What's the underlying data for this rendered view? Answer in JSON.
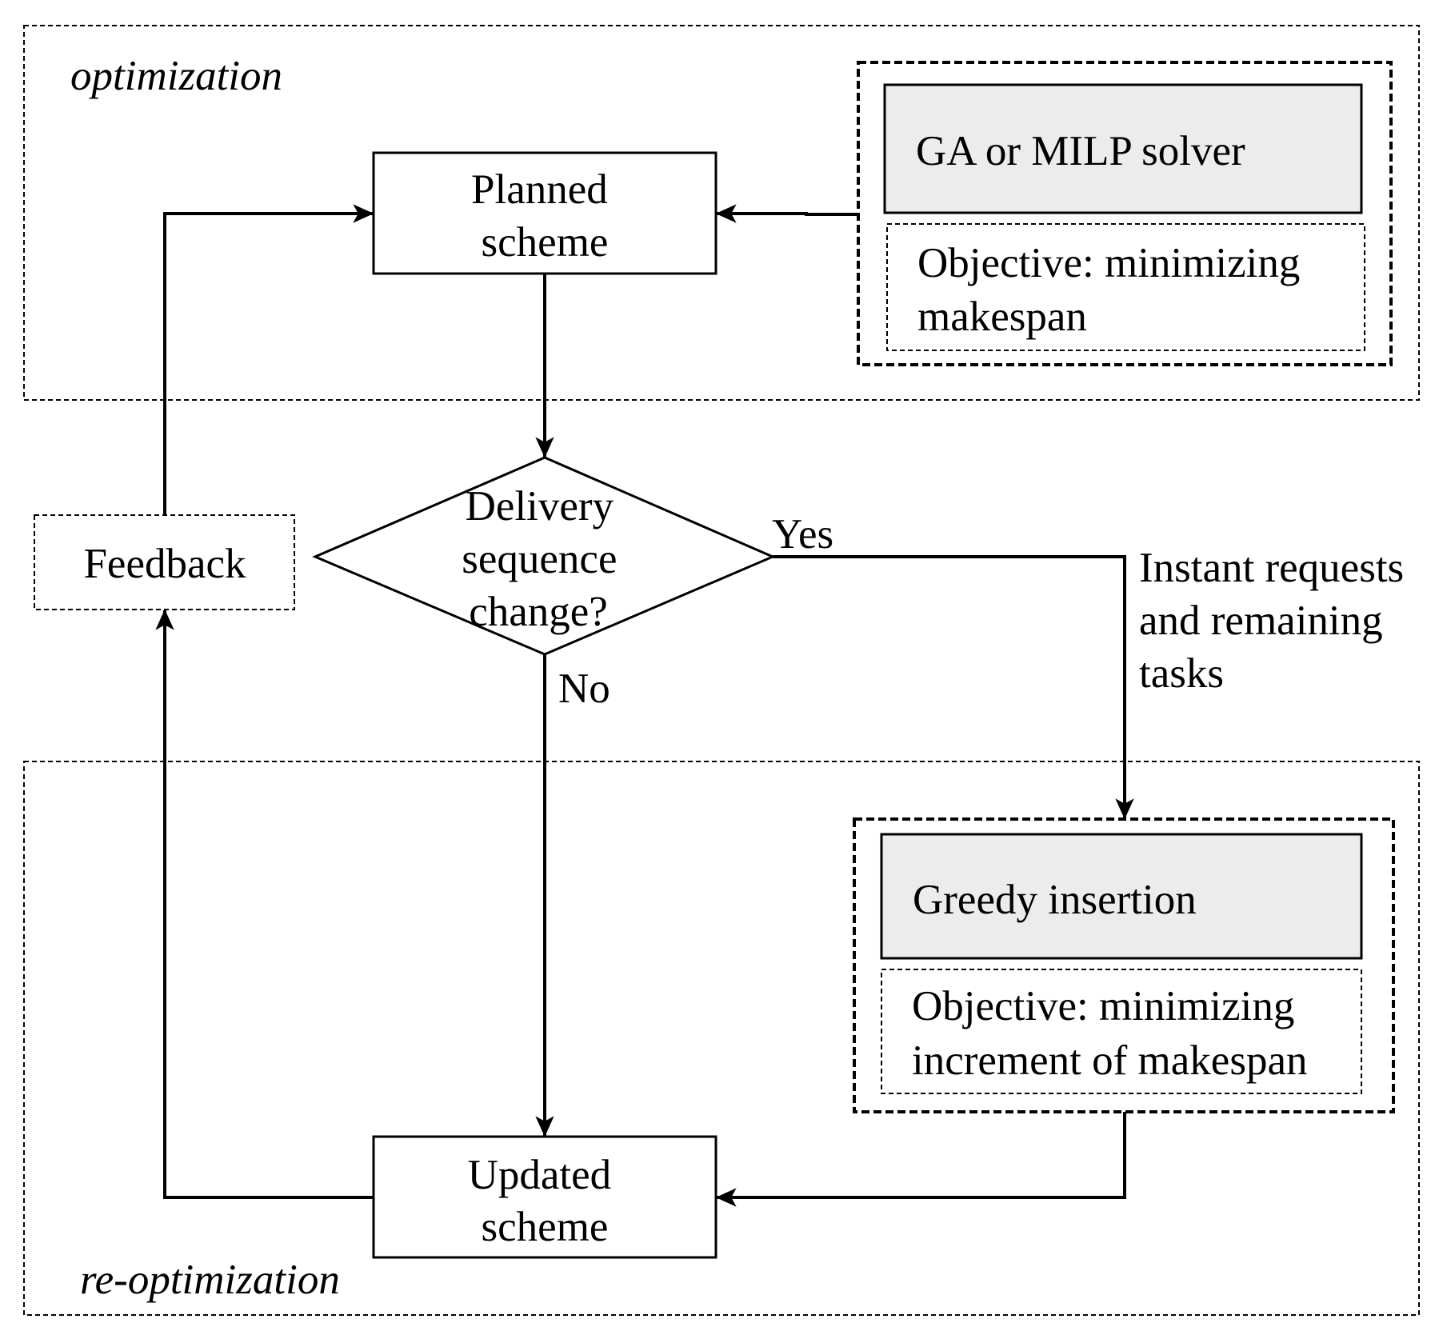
{
  "regions": {
    "optimization": "optimization",
    "reoptimization": "re-optimization"
  },
  "nodes": {
    "planned_scheme": [
      "Planned",
      "scheme"
    ],
    "solver": "GA or MILP solver",
    "solver_objective": [
      "Objective:  minimizing",
      "makespan"
    ],
    "decision": [
      "Delivery",
      "sequence",
      "change?"
    ],
    "feedback": "Feedback",
    "greedy": "Greedy  insertion",
    "greedy_objective": [
      "Objective:  minimizing",
      "increment  of makespan"
    ],
    "updated_scheme": [
      "Updated",
      "scheme"
    ]
  },
  "edge_labels": {
    "yes": "Yes",
    "no": "No",
    "instant": [
      "Instant requests",
      "and remaining",
      "tasks"
    ]
  }
}
